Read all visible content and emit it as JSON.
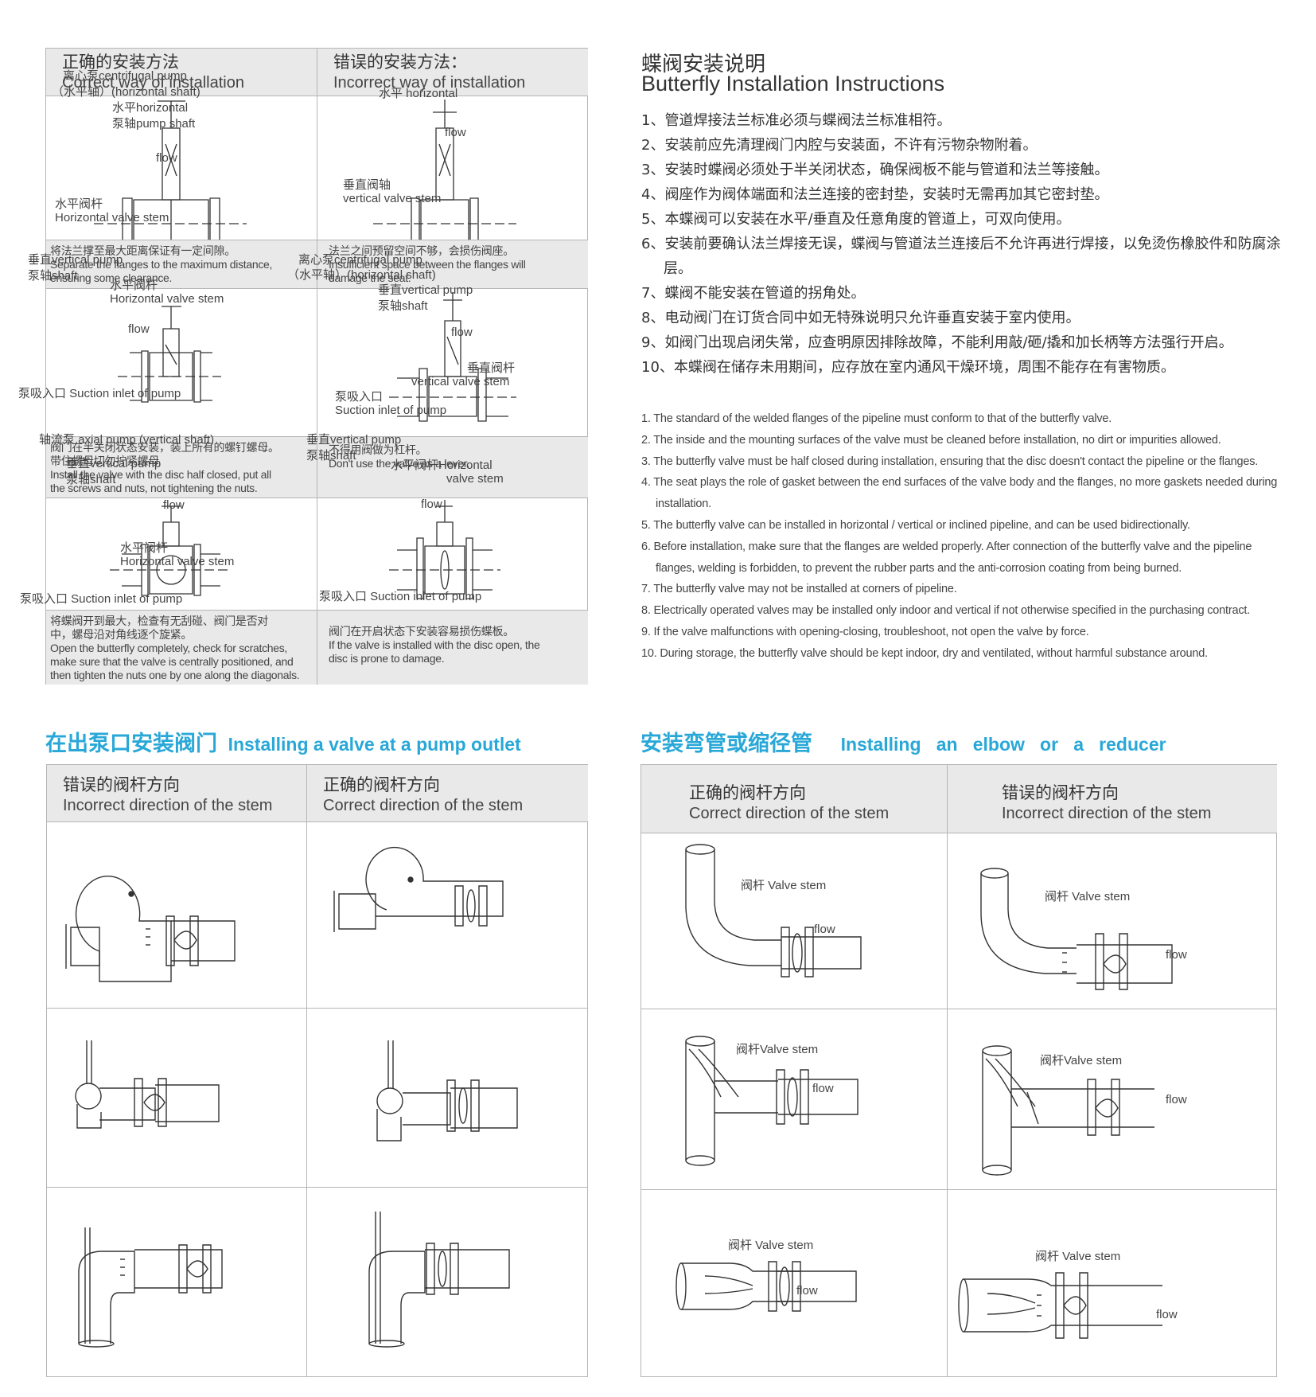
{
  "top_table": {
    "headers": [
      {
        "zh": "正确的安装方法",
        "en": "Correct way of installation"
      },
      {
        "zh": "错误的安装方法：",
        "en": "Incorrect way of installation"
      }
    ],
    "captions": [
      [
        [
          "将法兰撑至最大距离保证有一定间隙。",
          "Separate the flanges to the maximum distance,",
          "ensuring some clearance."
        ],
        [
          "法兰之间预留空间不够，会损伤阀座。",
          "Insufficient space between the flanges will",
          "damage the seat."
        ]
      ],
      [
        [
          "阀门在半关闭状态安装，装上所有的螺钉螺母。",
          "带住螺母切勿拧紧螺母",
          "Install the valve with the disc half closed, put all",
          "the screws and nuts, not tightening the nuts."
        ],
        [
          "不得用阀做为杠杆。",
          "Don't use the valve as a lever."
        ]
      ],
      [
        [
          "将蝶阀开到最大，检查有无刮碰、阀门是否对",
          "中，螺母沿对角线逐个旋紧。",
          "Open the butterfly completely, check for scratches,",
          "make sure that the valve is centrally positioned, and",
          "then tighten the nuts one by one along the diagonals."
        ],
        [
          "阀门在开启状态下安装容易损伤蝶板。",
          "If the valve is installed with the disc open, the",
          "disc is prone to damage."
        ]
      ]
    ]
  },
  "instructions": {
    "title_zh": "蝶阀安装说明",
    "title_en": "Butterfly Installation Instructions",
    "zh": [
      "1、管道焊接法兰标准必须与蝶阀法兰标准相符。",
      "2、安装前应先清理阀门内腔与安装面，不许有污物杂物附着。",
      "3、安装时蝶阀必须处于半关闭状态，确保阀板不能与管道和法兰等接触。",
      "4、阀座作为阀体端面和法兰连接的密封垫，安装时无需再加其它密封垫。",
      "5、本蝶阀可以安装在水平/垂直及任意角度的管道上，可双向使用。",
      "6、安装前要确认法兰焊接无误，蝶阀与管道法兰连接后不允许再进行焊接，以免烫伤橡胶件和防腐涂层。",
      "7、蝶阀不能安装在管道的拐角处。",
      "8、电动阀门在订货合同中如无特殊说明只允许垂直安装于室内使用。",
      "9、如阀门出现启闭失常，应查明原因排除故障，不能利用敲/砸/撬和加长柄等方法强行开启。",
      "10、本蝶阀在储存未用期间，应存放在室内通风干燥环境，周围不能存在有害物质。"
    ],
    "en": [
      "1. The standard of the welded flanges of the pipeline must conform to that of the butterfly valve.",
      "2. The inside and the mounting surfaces of the valve must be cleaned before installation, no dirt or impurities allowed.",
      "3. The butterfly valve must be half closed during installation, ensuring that the disc doesn't contact the pipeline or the flanges.",
      "4. The seat plays the role of gasket between the end surfaces of the valve body and the flanges, no more gaskets needed during installation.",
      "5. The butterfly valve can be installed in horizontal / vertical or inclined pipeline, and can be used bidirectionally.",
      "6. Before installation, make sure that the flanges are welded properly. After connection of the butterfly valve and the pipeline flanges, welding is forbidden, to prevent the rubber parts and the anti-corrosion coating from being burned.",
      "7. The butterfly valve may not be installed at corners of pipeline.",
      "8. Electrically operated valves may be installed only indoor and vertical if not otherwise specified in the purchasing contract.",
      "9. If the valve malfunctions with opening-closing, troubleshoot, not open the valve by force.",
      "10. During storage, the butterfly valve should be kept indoor, dry and ventilated, without harmful substance around."
    ]
  },
  "pump_section": {
    "title_zh": "在出泵口安装阀门",
    "title_en": "Installing a valve at a pump outlet",
    "headers": [
      {
        "zh": "错误的阀杆方向",
        "en": "Incorrect direction of the stem"
      },
      {
        "zh": "正确的阀杆方向",
        "en": "Correct direction of the stem"
      }
    ],
    "labels": {
      "r1c1": [
        "离心泵centrifugal pump",
        "（水平轴）(horizontal shaft)",
        "水平horizontal",
        "泵轴pump shaft",
        "水平阀杆",
        "Horizontal valve stem"
      ],
      "r1c2": [
        "水平  horizontal",
        "垂直阀轴",
        "vertical valve stem"
      ],
      "r2c1": [
        "垂直vertical pump",
        "泵轴shaft",
        "水平阀杆",
        "Horizontal valve stem",
        "泵吸入口  Suction inlet of pump"
      ],
      "r2c2": [
        "离心泵centrifugal pump",
        "（水平轴）(horizontal shaft)",
        "垂直vertical pump",
        "泵轴shaft",
        "垂直阀杆",
        "vertical valve stem",
        "泵吸入口",
        "Suction inlet of pump"
      ],
      "r3c1": [
        "轴流泵  axial pump (vertical shaft)",
        "垂直vertical pump",
        "泵轴shaft",
        "水平阀杆",
        "Horizontal valve stem",
        "泵吸入口  Suction inlet of pump"
      ],
      "r3c2": [
        "垂直vertical pump",
        "泵轴shaft",
        "水平阀杆Horizontal",
        "valve stem",
        "泵吸入口 Suction inlet of pump"
      ]
    },
    "flow": "flow"
  },
  "elbow_section": {
    "title_zh": "安装弯管或缩径管",
    "title_en": "Installing   an   elbow   or   a   reducer",
    "headers": [
      {
        "zh": "正确的阀杆方向",
        "en": "Correct direction of the stem"
      },
      {
        "zh": "错误的阀杆方向",
        "en": "Incorrect direction of the stem"
      }
    ],
    "labels": {
      "r1c1": "阀杆  Valve stem",
      "r1c2": "阀杆  Valve stem",
      "r2c1": "阀杆Valve stem",
      "r2c2": "阀杆Valve stem",
      "r3c1": "阀杆  Valve stem",
      "r3c2": "阀杆  Valve stem"
    },
    "flow": "flow"
  },
  "colors": {
    "accent": "#29a8d8",
    "header_gray": "#e9e9e9",
    "border": "#b5b5b5"
  }
}
